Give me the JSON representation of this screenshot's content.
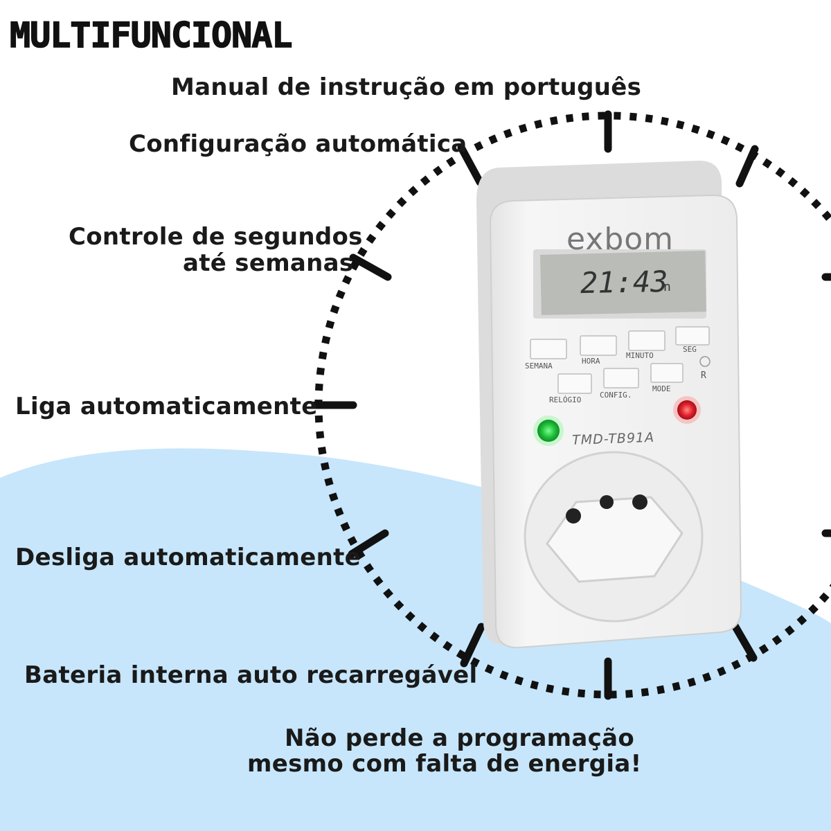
{
  "header": {
    "title": "MULTIFUNCIONAL"
  },
  "features": {
    "manual": "Manual de instrução em português",
    "config": "Configuração automática",
    "controle_line1": "Controle de segundos",
    "controle_line2": "até semanas",
    "liga": "Liga automaticamente",
    "desliga": "Desliga automaticamente",
    "bateria": "Bateria interna auto recarregável",
    "nao_perde_line1": "Não perde a programação",
    "nao_perde_line2": "mesmo com falta de energia!"
  },
  "device": {
    "brand": "exbom",
    "display_time": "21:43",
    "display_suffix": "n",
    "model": "TMD-TB91A",
    "buttons_row1": [
      "SEMANA",
      "HORA",
      "MINUTO",
      "SEG"
    ],
    "buttons_row2": [
      "RELÓGIO",
      "CONFIG.",
      "MODE"
    ],
    "reset_label": "R",
    "led_left_color": "#1fbf3a",
    "led_right_color": "#e0202a"
  },
  "colors": {
    "background_blob": "#c7e6fb",
    "text": "#1a1a1a"
  }
}
